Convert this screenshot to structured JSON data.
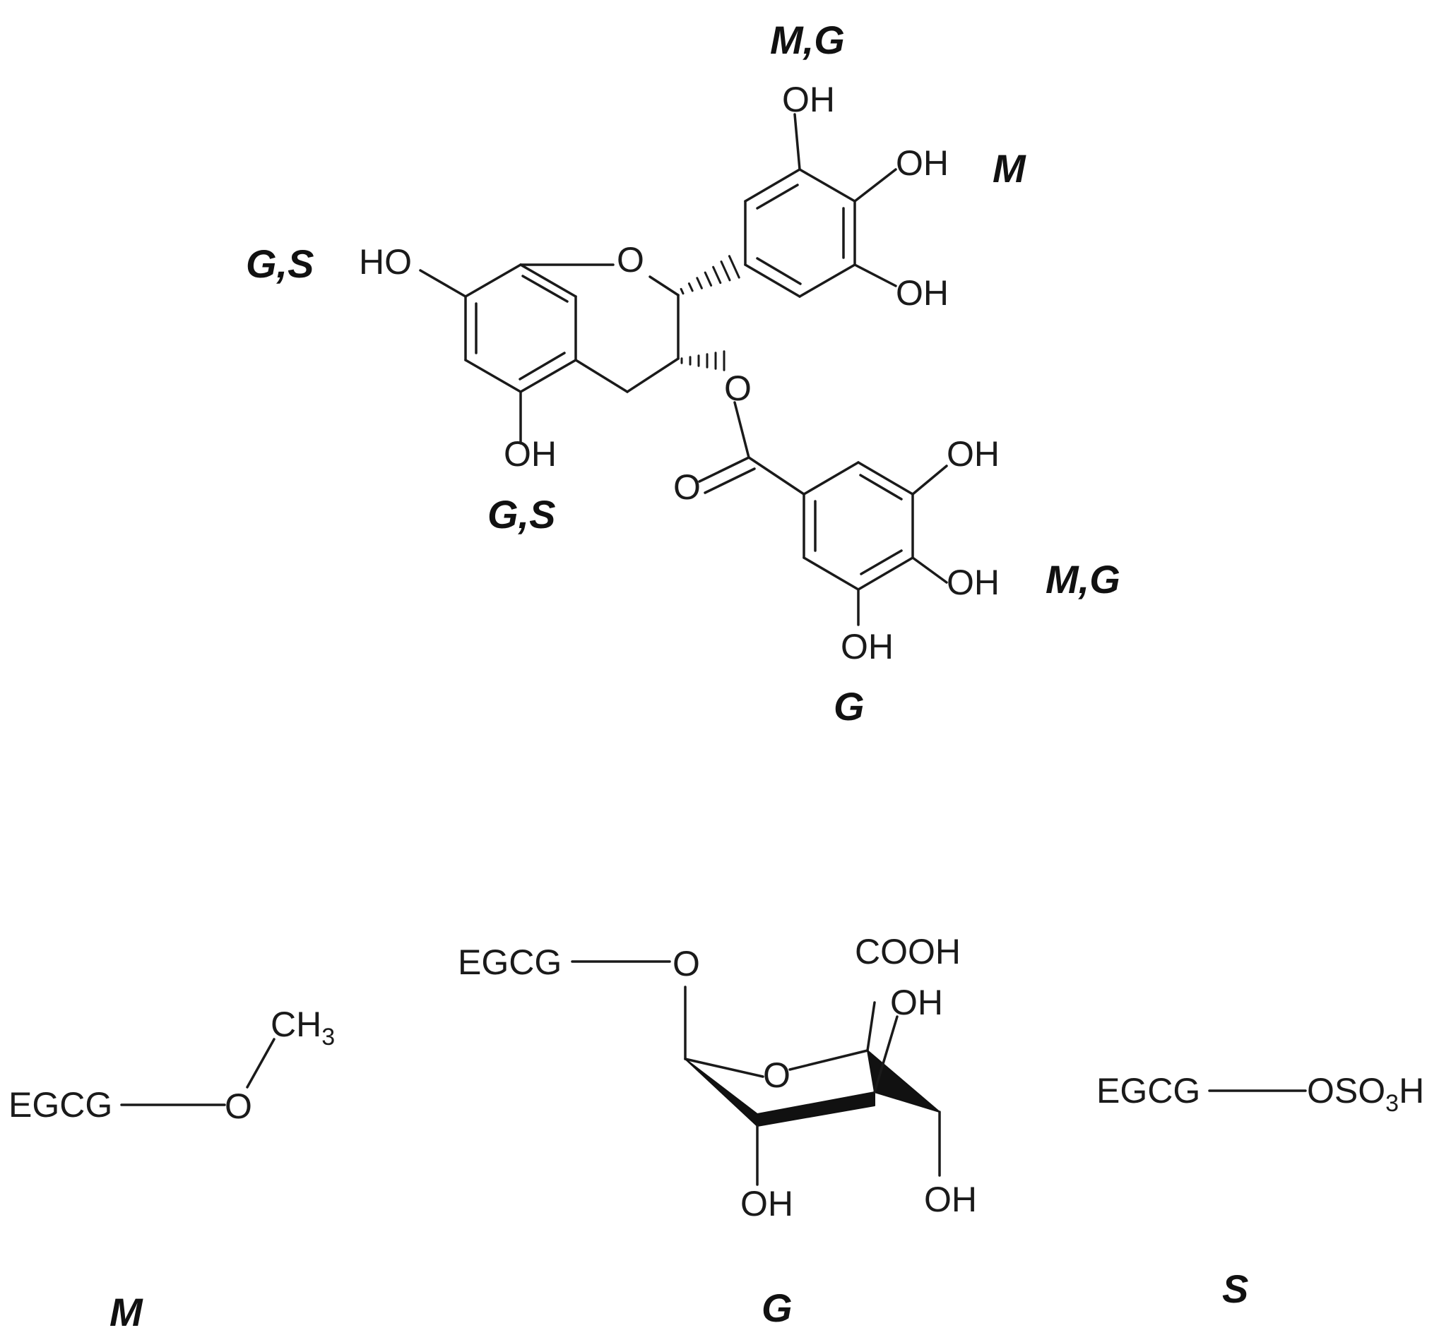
{
  "atoms": {
    "hydroxyl": "OH",
    "hydroxyl_left": "HO",
    "oxygen": "O",
    "methyl_c": "CH",
    "subscript_3": "3",
    "carboxyl": "COOH",
    "egcg": "EGCG",
    "sulfate_a": "OSO",
    "sulfate_h": "H"
  },
  "site_labels": {
    "b_ring_top": "M,G",
    "b_ring_para": "M",
    "a_ring_7": "G,S",
    "a_ring_5": "G,S",
    "d_ring_para": "M,G",
    "d_ring_meta": "G"
  },
  "conjugate_labels": {
    "methyl": "M",
    "glucuronide": "G",
    "sulfate": "S"
  },
  "colors": {
    "ink": "#1a1a1a",
    "background": "#ffffff"
  }
}
